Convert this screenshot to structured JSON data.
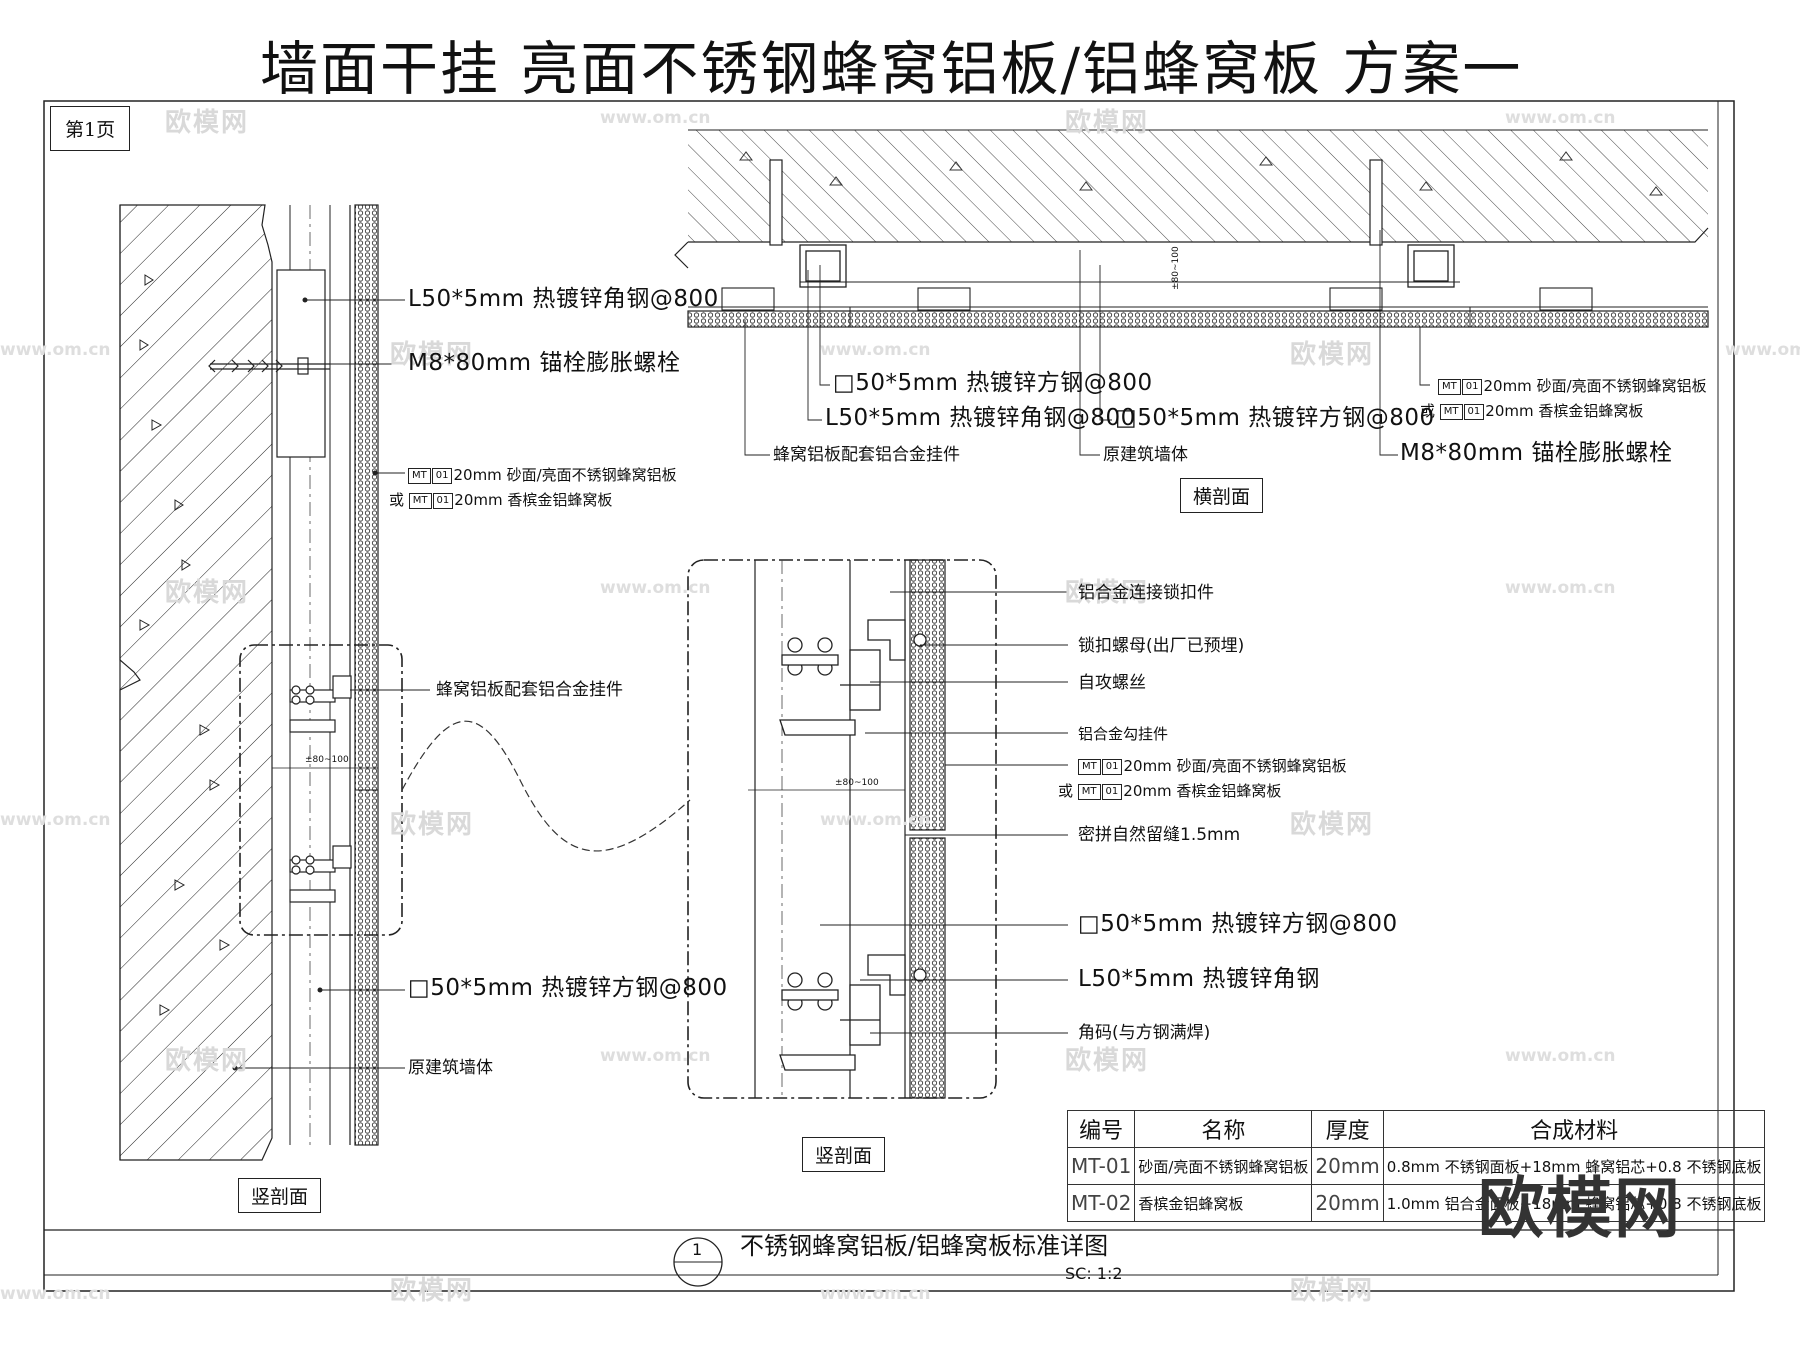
{
  "title": "墙面干挂   亮面不锈钢蜂窝铝板/铝蜂窝板  方案一",
  "page_label": "第1页",
  "watermark": {
    "logo": "欧模网",
    "url": "www.om.cn"
  },
  "left_section": {
    "caption": "竖剖面",
    "labels": {
      "angle_steel": "L50*5mm 热镀锌角钢@800",
      "anchor_bolt": "M8*80mm 锚栓膨胀螺栓",
      "panel_line1": "20mm 砂面/亮面不锈钢蜂窝铝板",
      "panel_prefix": "或",
      "panel_line2": "20mm 香槟金铝蜂窝板",
      "hanger": "蜂窝铝板配套铝合金挂件",
      "square_tube": "□50*5mm 热镀锌方钢@800",
      "wall": "原建筑墙体",
      "dim": "±80~100"
    }
  },
  "material_tag": {
    "code": "MT",
    "num": "01"
  },
  "top_section": {
    "caption": "横剖面",
    "labels": {
      "square_tube_1": "□50*5mm 热镀锌方钢@800",
      "angle_steel": "L50*5mm 热镀锌角钢@800",
      "square_tube_2": "□50*5mm 热镀锌方钢@800",
      "hanger": "蜂窝铝板配套铝合金挂件",
      "wall": "原建筑墙体",
      "anchor": "M8*80mm 锚栓膨胀螺栓",
      "panel_line1": "20mm 砂面/亮面不锈钢蜂窝铝板",
      "panel_prefix": "或",
      "panel_line2": "20mm 香槟金铝蜂窝板",
      "dim": "±80~100"
    }
  },
  "detail_section": {
    "caption": "竖剖面",
    "labels": {
      "lock_clip": "铝合金连接锁扣件",
      "lock_nut": "锁扣螺母(出厂已预埋)",
      "self_tap": "自攻螺丝",
      "hook": "铝合金勾挂件",
      "panel_line1": "20mm 砂面/亮面不锈钢蜂窝铝板",
      "panel_prefix": "或",
      "panel_line2": "20mm 香槟金铝蜂窝板",
      "joint": "密拼自然留缝1.5mm",
      "square_tube": "□50*5mm 热镀锌方钢@800",
      "angle": "L50*5mm 热镀锌角钢",
      "bracket": "角码(与方钢满焊)",
      "dim": "±80~100"
    }
  },
  "material_table": {
    "headers": [
      "编号",
      "名称",
      "厚度",
      "合成材料"
    ],
    "rows": [
      [
        "MT-01",
        "砂面/亮面不锈钢蜂窝铝板",
        "20mm",
        "0.8mm 不锈钢面板+18mm 蜂窝铝芯+0.8 不锈钢底板"
      ],
      [
        "MT-02",
        "香槟金铝蜂窝板",
        "20mm",
        "1.0mm 铝合金面板+18mm 蜂窝铝芯+0.8 不锈钢底板"
      ]
    ]
  },
  "footer": {
    "number": "1",
    "title": "不锈钢蜂窝铝板/铝蜂窝板标准详图",
    "scale": "SC:  1:2"
  },
  "brand": "欧模网"
}
